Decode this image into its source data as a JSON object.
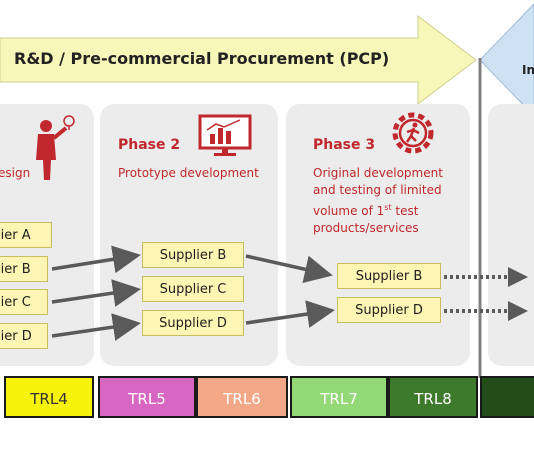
{
  "header": {
    "title": "R&D / Pre-commercial Procurement (PCP)",
    "right_fragment": "In"
  },
  "phases": [
    {
      "desc": "esign",
      "suppliers": [
        "lier A",
        "lier B",
        "lier C",
        "lier D"
      ]
    },
    {
      "title": "Phase 2",
      "desc": "Prototype development",
      "suppliers": [
        "Supplier B",
        "Supplier C",
        "Supplier D"
      ]
    },
    {
      "title": "Phase 3",
      "desc_lines": [
        "Original development",
        "and testing of limited",
        "volume of 1",
        "st",
        " test",
        "products/services"
      ],
      "suppliers": [
        "Supplier B",
        "Supplier D"
      ]
    }
  ],
  "trl": [
    {
      "label": "TRL4",
      "color": "#f7f20a"
    },
    {
      "label": "TRL5",
      "color": "#d867c4"
    },
    {
      "label": "TRL6",
      "color": "#f2a886"
    },
    {
      "label": "TRL7",
      "color": "#93d977"
    },
    {
      "label": "TRL8",
      "color": "#3e7a2c"
    },
    {
      "label": "",
      "color": "#234d18"
    }
  ],
  "colors": {
    "accent_red": "#c0282d",
    "arrow_fill": "#f6f7b8",
    "arrow_blue": "#cfe2f3"
  }
}
